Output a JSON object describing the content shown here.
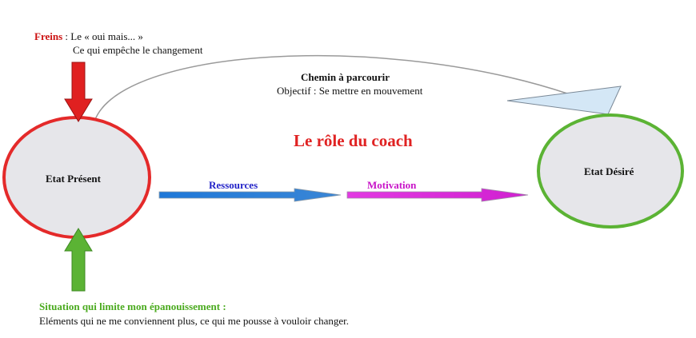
{
  "freins": {
    "label": "Freins",
    "text": " : Le « oui mais... »",
    "subtext": "Ce qui empêche le changement"
  },
  "chemin": {
    "title": "Chemin à parcourir",
    "objectif": "Objectif : Se mettre en mouvement"
  },
  "main_title": "Le rôle du coach",
  "etat_present": "Etat Présent",
  "etat_desire": "Etat Désiré",
  "ressources": "Ressources",
  "motivation": "Motivation",
  "situation": {
    "title": "Situation qui limite mon épanouissement :",
    "text": "Eléments qui ne me conviennent plus, ce qui me pousse à vouloir changer."
  },
  "colors": {
    "red": "#e42a2a",
    "green": "#5bb334",
    "blue_arrow": "#1e6fd0",
    "magenta_arrow": "#d82ad8",
    "ellipse_fill": "#e6e6ea"
  }
}
